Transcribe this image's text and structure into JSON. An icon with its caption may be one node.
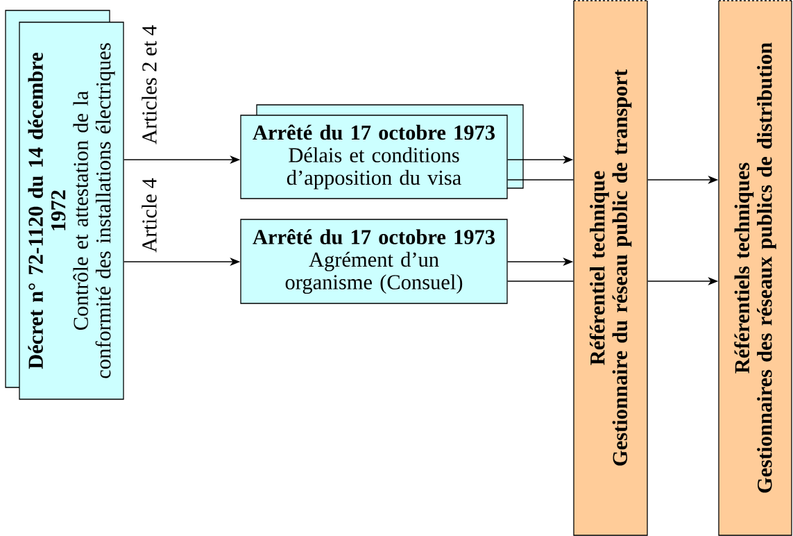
{
  "diagram": {
    "nodes": [
      {
        "text": [
          "Décret n° 72-1120 du 14 décembre 1972",
          "Contrôle et attestation de la conformité des installations électriques"
        ]
      },
      {
        "text": [
          "Arrêté du 17 octobre 1973",
          "Délais et conditions d’apposition du visa"
        ]
      },
      {
        "text": [
          "Arrêté du 17 octobre 1973",
          "Agrément d’un organisme (Consuel)"
        ]
      },
      {
        "text": [
          "Référentiel technique",
          "Gestionnaire du réseau public de transport"
        ]
      },
      {
        "text": [
          "Référentiels techniques",
          "Gestionnaires des réseaux publics de distribution"
        ]
      }
    ],
    "edges": [
      {
        "from": 0,
        "to": 1,
        "arrow": "to",
        "label": "Articles 2 et 4"
      },
      {
        "from": 0,
        "to": 2,
        "arrow": "to",
        "label": "Article 4"
      },
      {
        "from": 1,
        "to": 3,
        "arrow": "to"
      },
      {
        "from": 1,
        "to": 3,
        "arrow": "none"
      },
      {
        "from": 2,
        "to": 3,
        "arrow": "to"
      },
      {
        "from": 2,
        "to": 3,
        "arrow": "none"
      },
      {
        "from": 3,
        "to": 4,
        "arrow": "to"
      },
      {
        "from": 3,
        "to": 4,
        "arrow": "to"
      }
    ]
  }
}
